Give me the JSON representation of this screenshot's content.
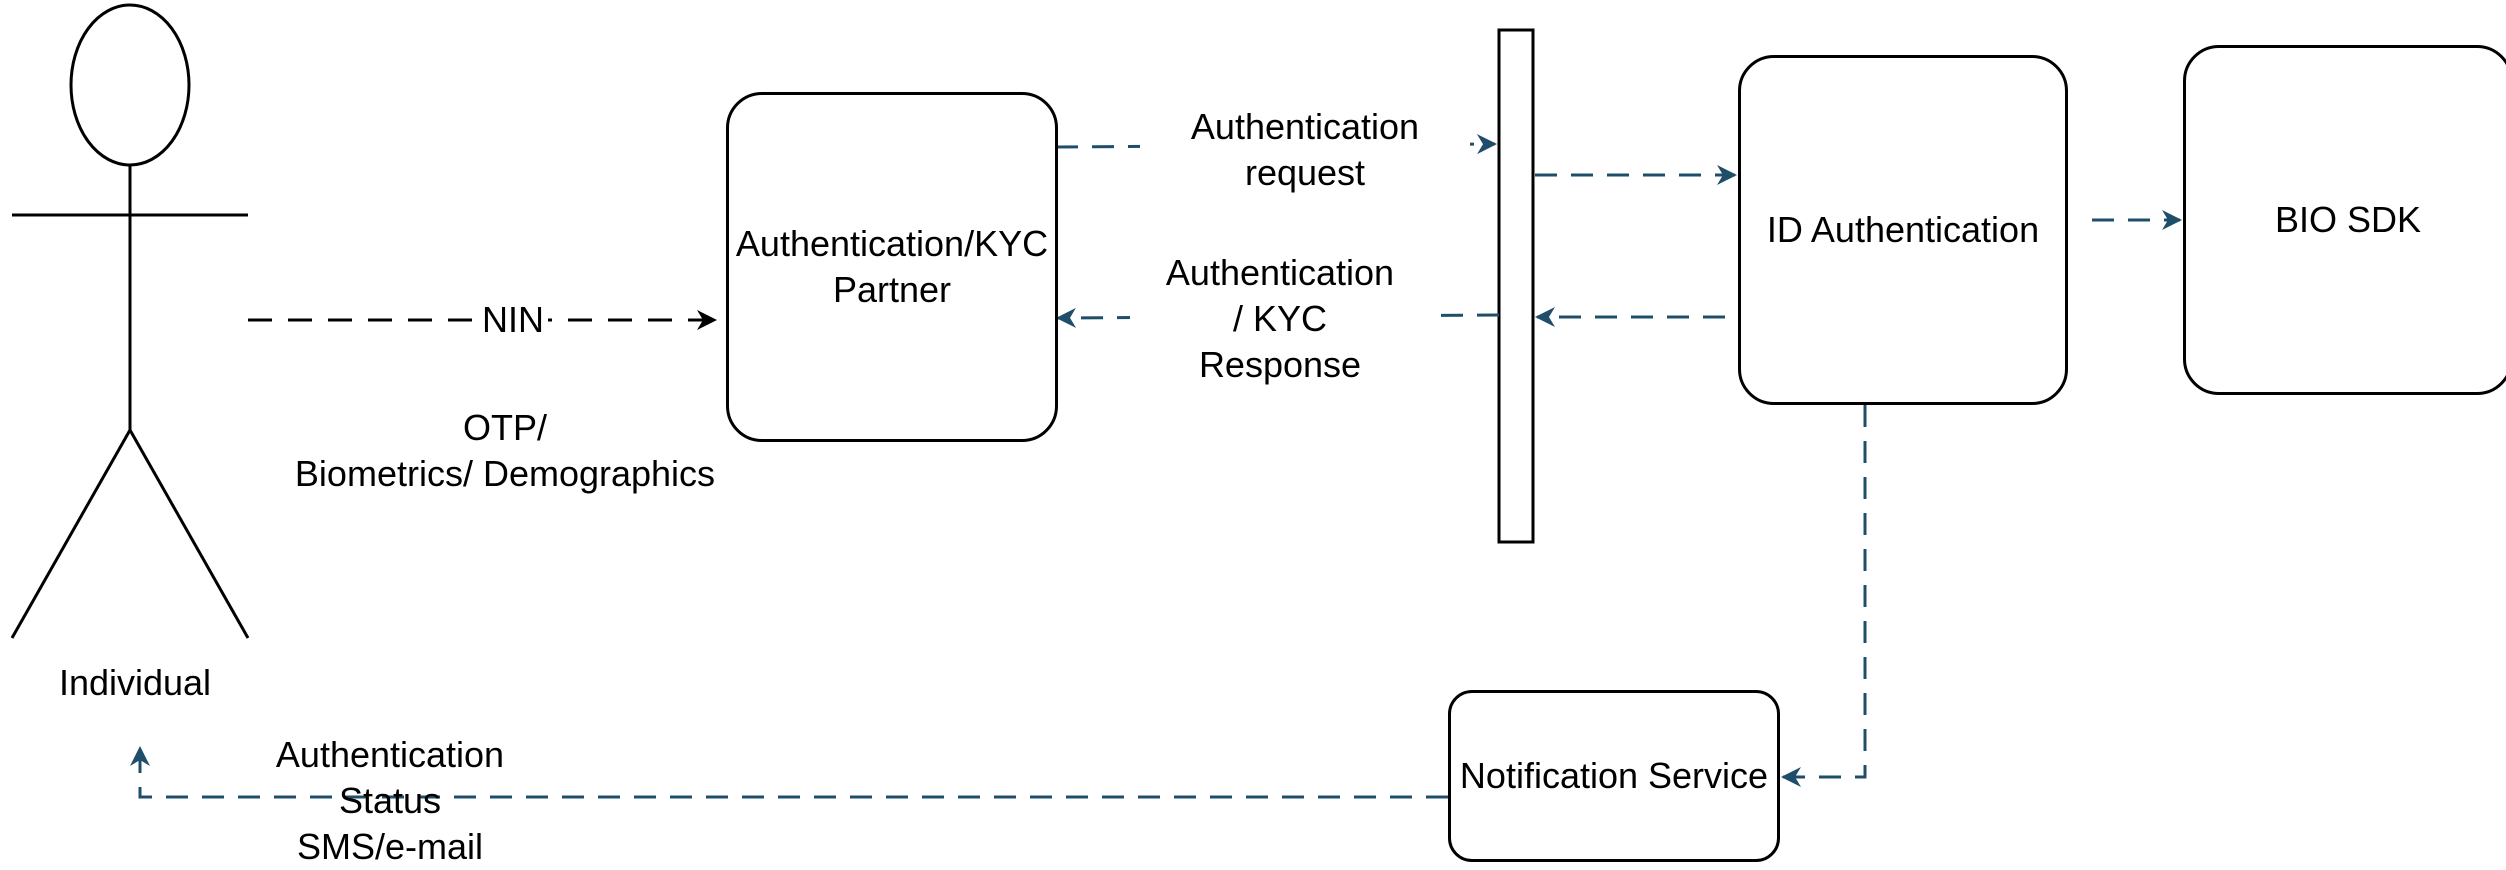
{
  "actor": {
    "label": "Individual"
  },
  "boxes": {
    "partner": "Authentication/KYC\nPartner",
    "ida": "ID Authentication",
    "bio": "BIO SDK",
    "notify": "Notification Service"
  },
  "edges": {
    "nin": "NIN",
    "otp": "OTP/\nBiometrics/ Demographics",
    "auth_request": "Authentication\nrequest",
    "kyc_response": "Authentication\n/ KYC\nResponse",
    "status": "Authentication\nStatus\nSMS/e-mail"
  },
  "colors": {
    "flow": "#1f4e6b",
    "stroke": "#000000"
  }
}
